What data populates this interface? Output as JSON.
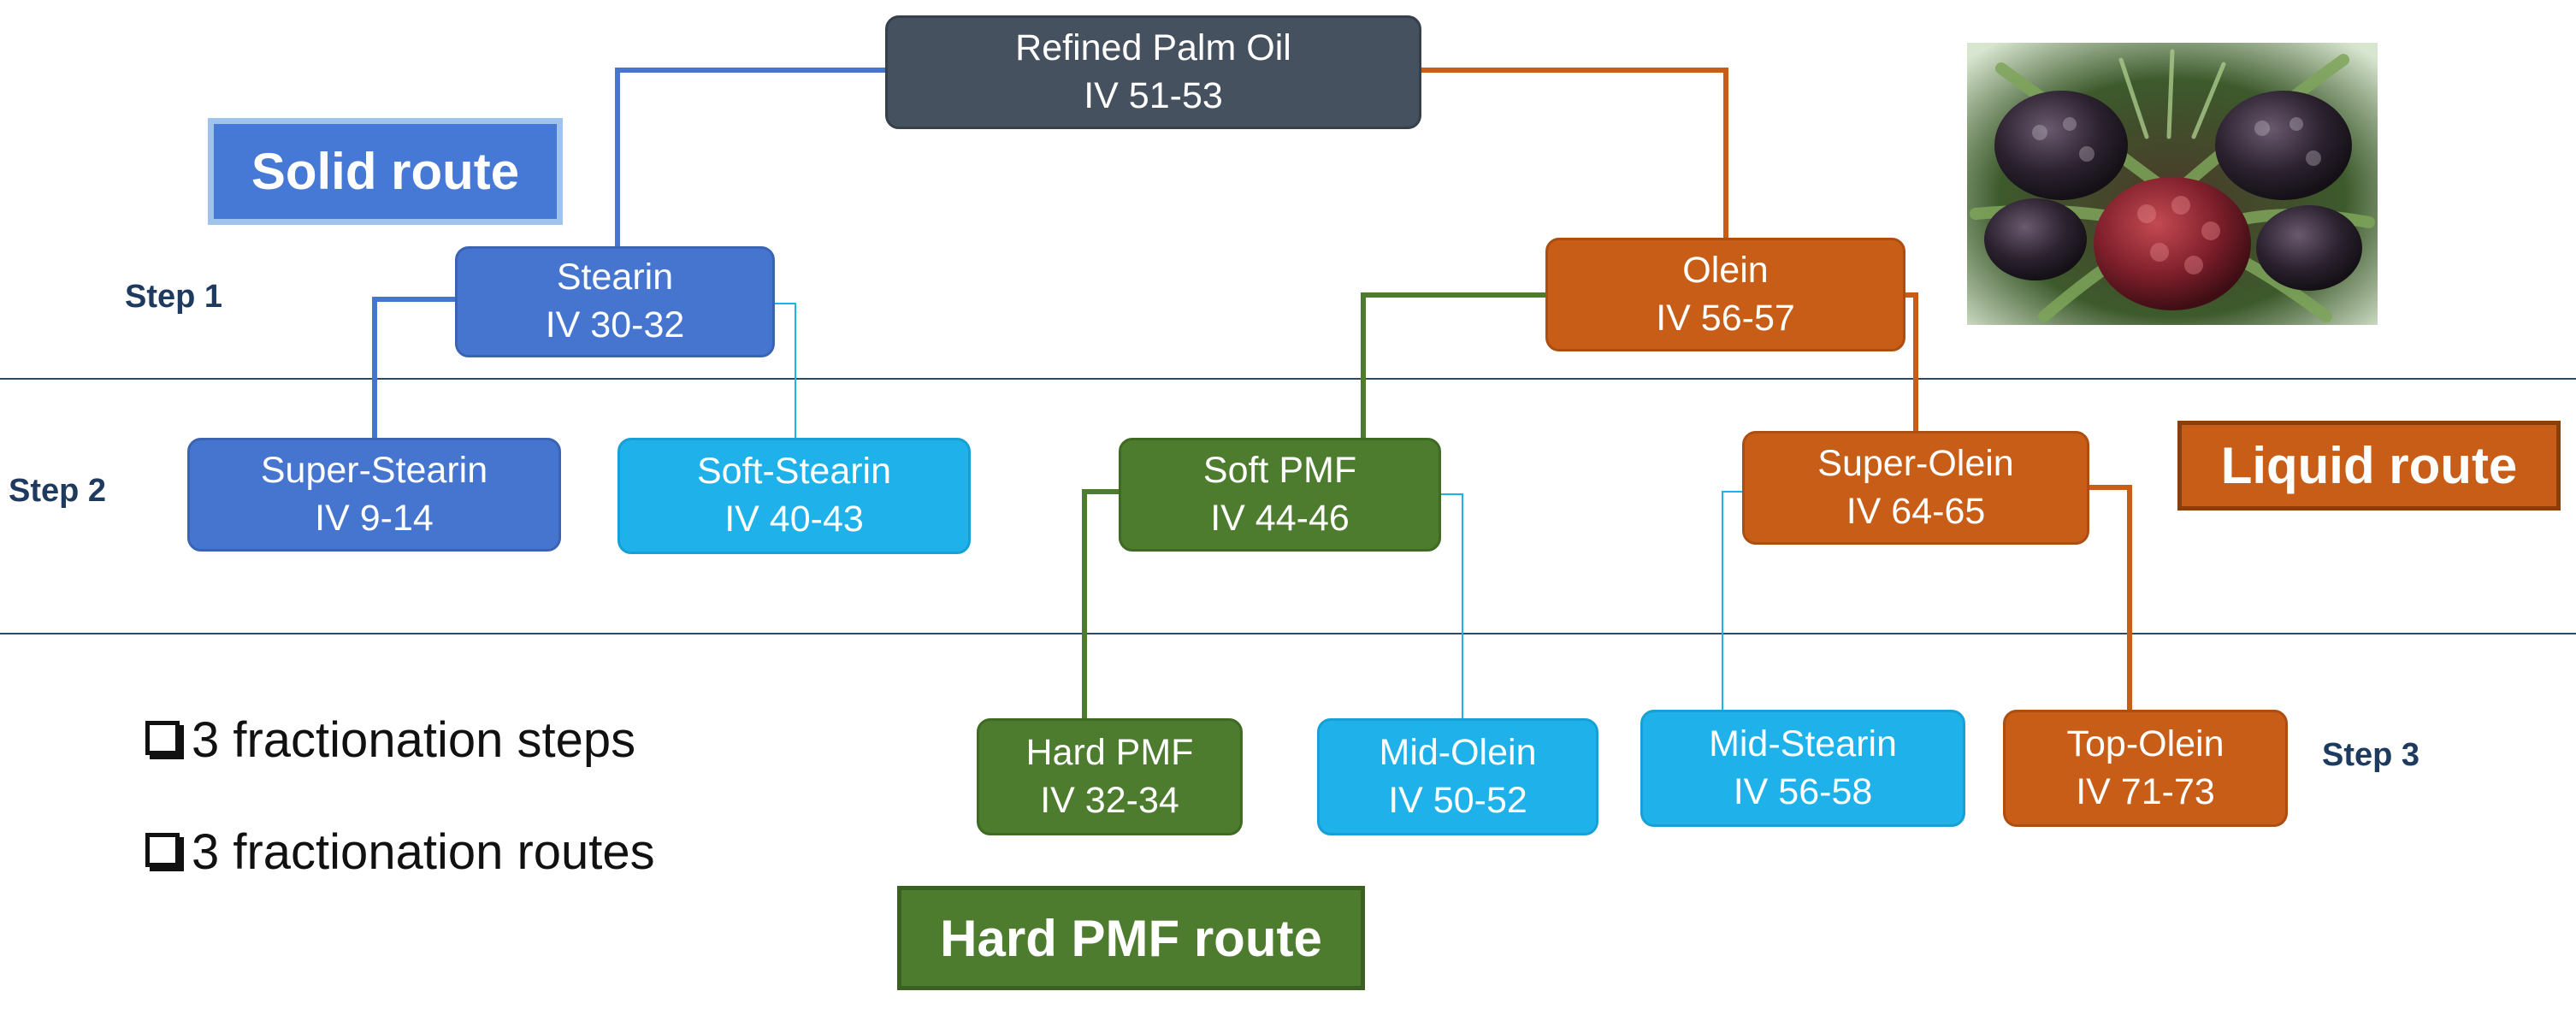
{
  "nodes": {
    "refined_palm_oil": {
      "name": "Refined Palm Oil",
      "iv": "IV 51-53"
    },
    "stearin": {
      "name": "Stearin",
      "iv": "IV 30-32"
    },
    "olein": {
      "name": "Olein",
      "iv": "IV 56-57"
    },
    "super_stearin": {
      "name": "Super-Stearin",
      "iv": "IV 9-14"
    },
    "soft_stearin": {
      "name": "Soft-Stearin",
      "iv": "IV 40-43"
    },
    "soft_pmf": {
      "name": "Soft PMF",
      "iv": "IV 44-46"
    },
    "super_olein": {
      "name": "Super-Olein",
      "iv": "IV 64-65"
    },
    "hard_pmf": {
      "name": "Hard PMF",
      "iv": "IV 32-34"
    },
    "mid_olein": {
      "name": "Mid-Olein",
      "iv": "IV 50-52"
    },
    "mid_stearin": {
      "name": "Mid-Stearin",
      "iv": "IV 56-58"
    },
    "top_olein": {
      "name": "Top-Olein",
      "iv": "IV 71-73"
    }
  },
  "routes": {
    "solid": "Solid route",
    "liquid": "Liquid route",
    "hard_pmf": "Hard PMF route"
  },
  "steps": {
    "step1": "Step 1",
    "step2": "Step 2",
    "step3": "Step 3"
  },
  "bullets": [
    "3 fractionation steps",
    "3 fractionation routes"
  ],
  "image": {
    "icon": "palm-fruit-bunch"
  },
  "colors": {
    "refined": "#46515f",
    "solid_route": "#4575cf",
    "secondary_fraction": "#1fb2ea",
    "hard_pmf_route": "#4d7c2e",
    "liquid_route": "#c75d17",
    "divider": "#2c4a60"
  }
}
